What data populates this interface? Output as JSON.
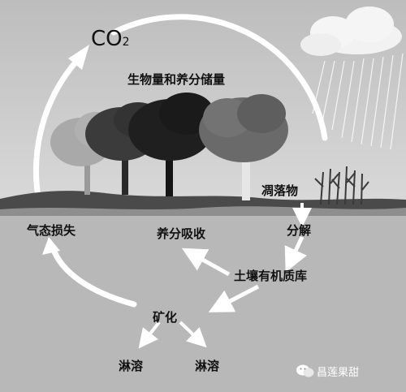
{
  "diagram": {
    "co2_main": "CO",
    "co2_sub": "2",
    "biomass_storage": "生物量和养分储量",
    "litter": "凋落物",
    "gaseous_loss": "气态损失",
    "nutrient_uptake": "养分吸收",
    "decomposition": "分解",
    "soil_organic_pool": "土壤有机质库",
    "mineralization": "矿化",
    "leaching_left": "淋溶",
    "leaching_right": "淋溶"
  },
  "watermark": {
    "text": "昌莲果甜"
  }
}
